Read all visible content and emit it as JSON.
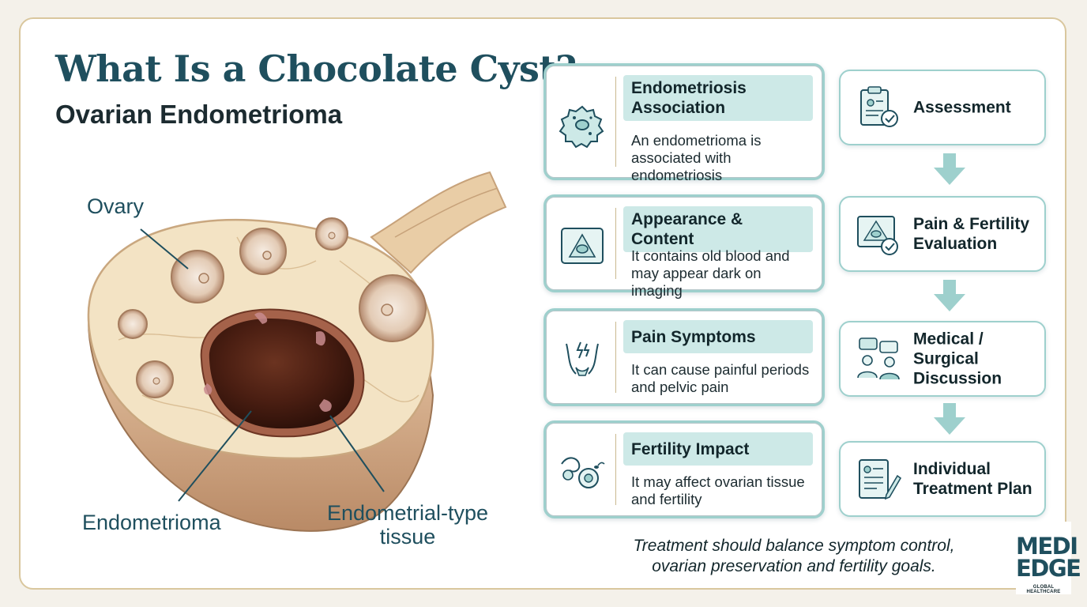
{
  "title": "What Is a Chocolate Cyst?",
  "subtitle": "Ovarian Endometrioma",
  "illustration": {
    "label_ovary": "Ovary",
    "label_endometrioma": "Endometrioma",
    "label_tissue_line1": "Endometrial-type",
    "label_tissue_line2": "tissue"
  },
  "cards": [
    {
      "icon": "cell-icon",
      "heading": "Endometriosis Association",
      "body": "An endometrioma is associated with endometriosis"
    },
    {
      "icon": "ultrasound-icon",
      "heading": "Appearance & Content",
      "body": "It contains old blood and may appear dark on imaging"
    },
    {
      "icon": "pelvic-pain-icon",
      "heading": "Pain Symptoms",
      "body": "It can cause painful periods and pelvic pain"
    },
    {
      "icon": "fertility-icon",
      "heading": "Fertility Impact",
      "body": "It may affect ovarian tissue and fertility"
    }
  ],
  "steps": [
    {
      "icon": "clipboard-check-icon",
      "label": "Assessment"
    },
    {
      "icon": "ultrasound-check-icon",
      "label": "Pain & Fertility Evaluation"
    },
    {
      "icon": "doctor-patient-discussion-icon",
      "label": "Medical / Surgical Discussion"
    },
    {
      "icon": "document-pen-icon",
      "label": "Individual Treatment Plan"
    }
  ],
  "note": "Treatment should balance symptom control, ovarian preservation and fertility goals.",
  "logo": {
    "line1": "MEDI",
    "line2": "EDGE",
    "tagline": "GLOBAL HEALTHCARE"
  },
  "colors": {
    "accent": "#1f4f5e",
    "card_border": "#9ed0cd",
    "card_heading_bg": "#cde9e7",
    "frame_border": "#d9c79e",
    "cyst": "#4a1e12"
  }
}
